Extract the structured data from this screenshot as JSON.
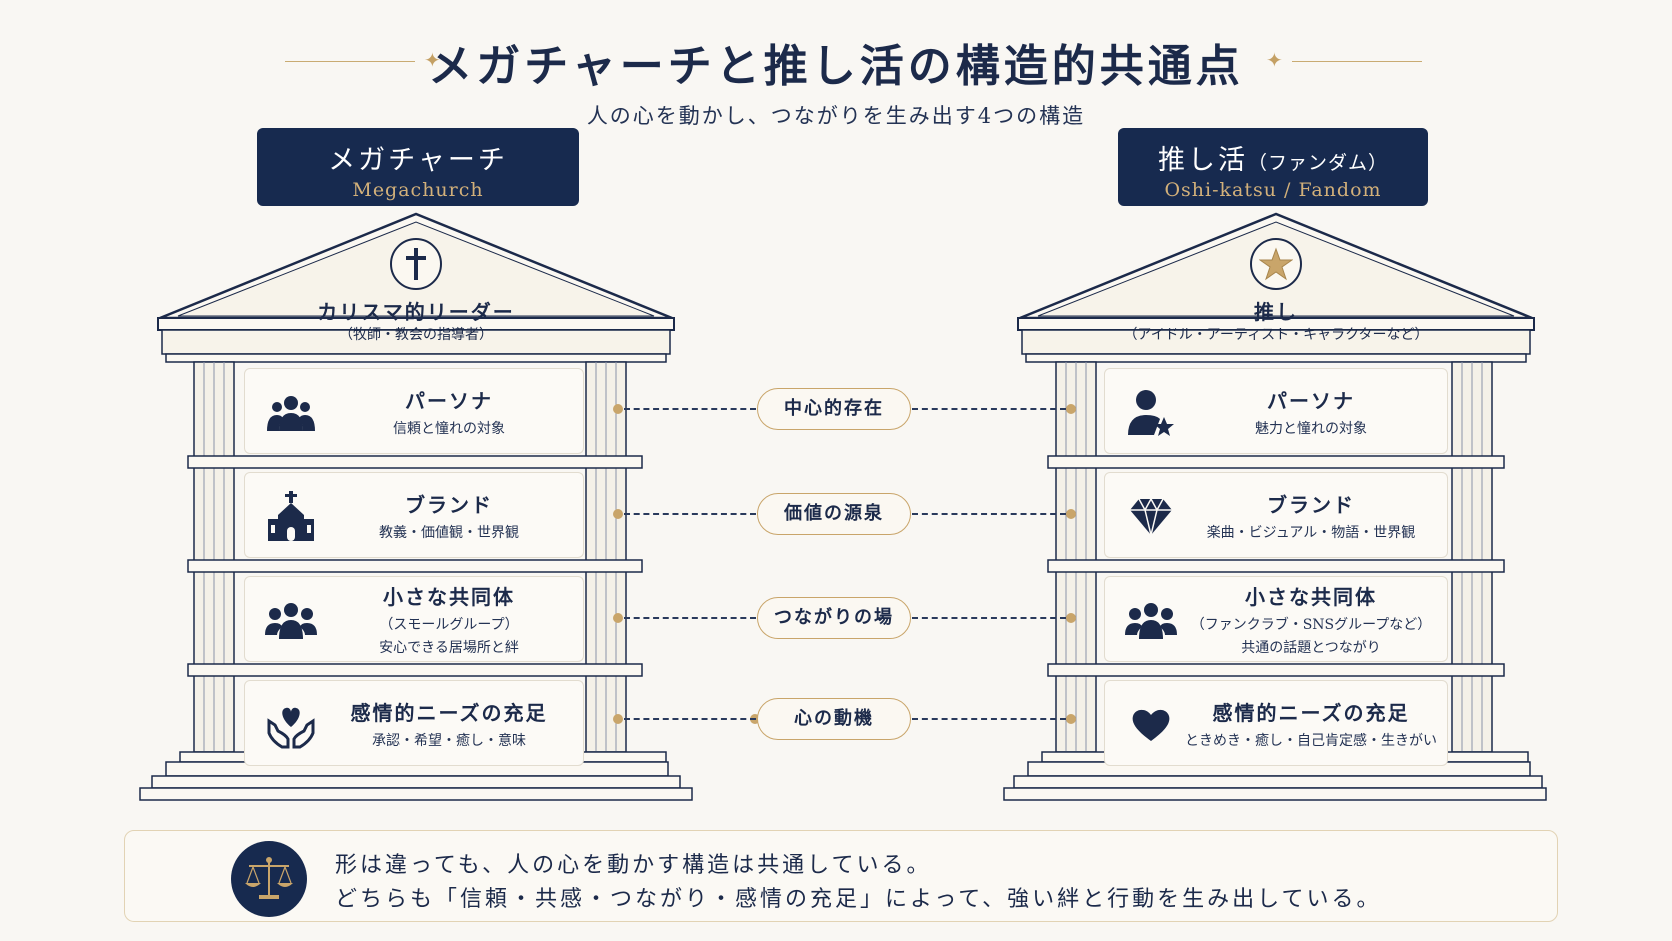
{
  "header": {
    "title": "メガチャーチと推し活の構造的共通点",
    "subtitle": "人の心を動かし、つながりを生み出す4つの構造"
  },
  "left": {
    "name": "メガチャーチ",
    "name_en": "Megachurch",
    "icon": "cross-icon",
    "pediment_title": "カリスマ的リーダー",
    "pediment_sub": "（牧師・教会の指導者）",
    "rows": [
      {
        "icon": "people-icon",
        "title": "パーソナ",
        "sub": "信頼と憧れの対象"
      },
      {
        "icon": "church-icon",
        "title": "ブランド",
        "sub": "教義・価値観・世界観"
      },
      {
        "icon": "group-icon",
        "title": "小さな共同体",
        "sub": "（スモールグループ）",
        "sub2": "安心できる居場所と絆"
      },
      {
        "icon": "heart-hands-icon",
        "title": "感情的ニーズの充足",
        "sub": "承認・希望・癒し・意味"
      }
    ]
  },
  "right": {
    "name": "推し活",
    "name_suffix": "（ファンダム）",
    "name_en": "Oshi-katsu / Fandom",
    "icon": "star-icon",
    "pediment_title": "推し",
    "pediment_sub": "（アイドル・アーティスト・キャラクターなど）",
    "rows": [
      {
        "icon": "person-star-icon",
        "title": "パーソナ",
        "sub": "魅力と憧れの対象"
      },
      {
        "icon": "diamond-icon",
        "title": "ブランド",
        "sub": "楽曲・ビジュアル・物語・世界観"
      },
      {
        "icon": "group-icon",
        "title": "小さな共同体",
        "sub": "（ファンクラブ・SNSグループなど）",
        "sub2": "共通の話題とつながり"
      },
      {
        "icon": "heart-icon",
        "title": "感情的ニーズの充足",
        "sub": "ときめき・癒し・自己肯定感・生きがい"
      }
    ]
  },
  "connectors": [
    "中心的存在",
    "価値の源泉",
    "つながりの場",
    "心の動機"
  ],
  "footer": {
    "icon": "scales-icon",
    "line1": "形は違っても、人の心を動かす構造は共通している。",
    "line2": "どちらも「信頼・共感・つながり・感情の充足」によって、強い絆と行動を生み出している。"
  },
  "colors": {
    "navy": "#172a4f",
    "gold": "#c9a56a",
    "background": "#f9f7f3"
  }
}
